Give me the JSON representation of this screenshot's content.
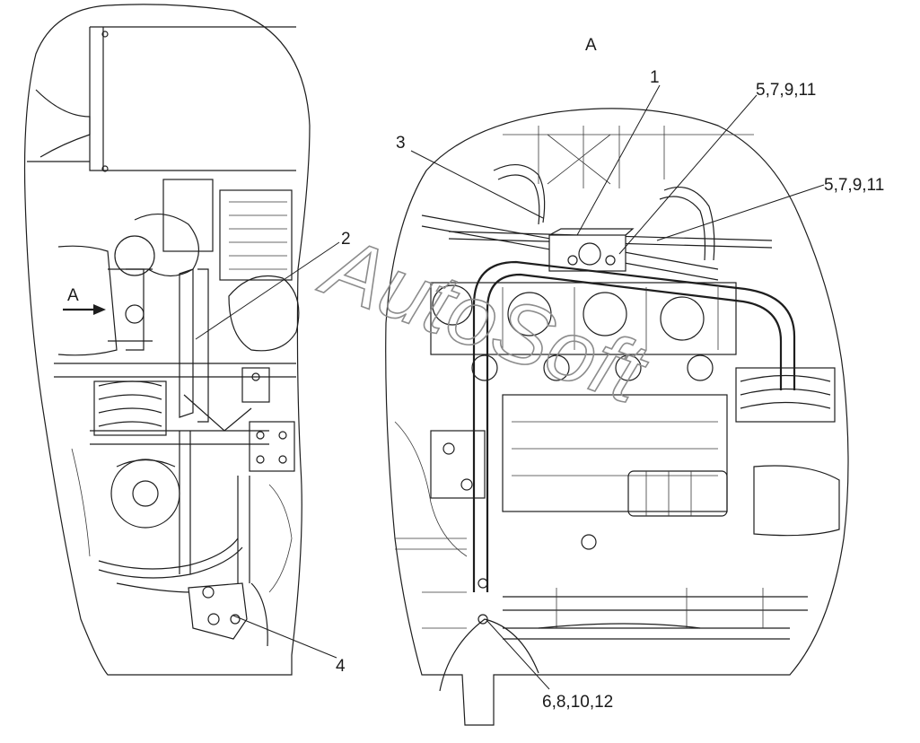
{
  "view_label_top": "A",
  "view_arrow_label": "A",
  "callouts": {
    "c1": "1",
    "c2": "2",
    "c3": "3",
    "c4": "4",
    "c5a": "5,7,9,11",
    "c5b": "5,7,9,11",
    "c6": "6,8,10,12"
  },
  "watermark": "AutoSoft",
  "colors": {
    "line": "#1e1e1e",
    "watermark": "#8c8c8c",
    "background": "#ffffff"
  }
}
